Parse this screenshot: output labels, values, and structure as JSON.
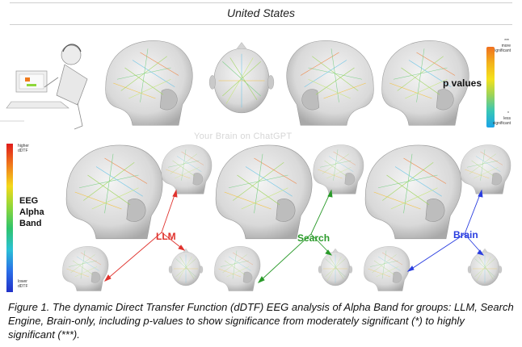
{
  "header": {
    "country": "United States"
  },
  "legend_p": {
    "top_stars": "***",
    "top_label_1": "more",
    "top_label_2": "significant",
    "title": "p values",
    "bottom_stars": "*",
    "bottom_label_1": "less",
    "bottom_label_2": "significant"
  },
  "legend_eeg": {
    "top_label_1": "higher",
    "top_label_2": "dDTF",
    "title_1": "EEG",
    "title_2": "Alpha",
    "title_3": "Band",
    "bottom_label_1": "lower",
    "bottom_label_2": "dDTF"
  },
  "watermark": "Your Brain on ChatGPT",
  "groups": {
    "llm": {
      "label": "LLM",
      "color": "#e0332e"
    },
    "search": {
      "label": "Search",
      "color": "#2a9a2a"
    },
    "brain": {
      "label": "Brain",
      "color": "#2a3ee0"
    }
  },
  "caption": "Figure 1. The dynamic Direct Transfer Function (dDTF) EEG analysis of Alpha Band for groups: LLM, Search Engine, Brain-only, including p-values to show significance from moderately significant (*) to highly significant (***).",
  "colors": {
    "bar_top": "#e01b1b",
    "bar_bottom": "#2231c8",
    "p_top": "#f07020",
    "p_bottom": "#1aa3e8"
  }
}
